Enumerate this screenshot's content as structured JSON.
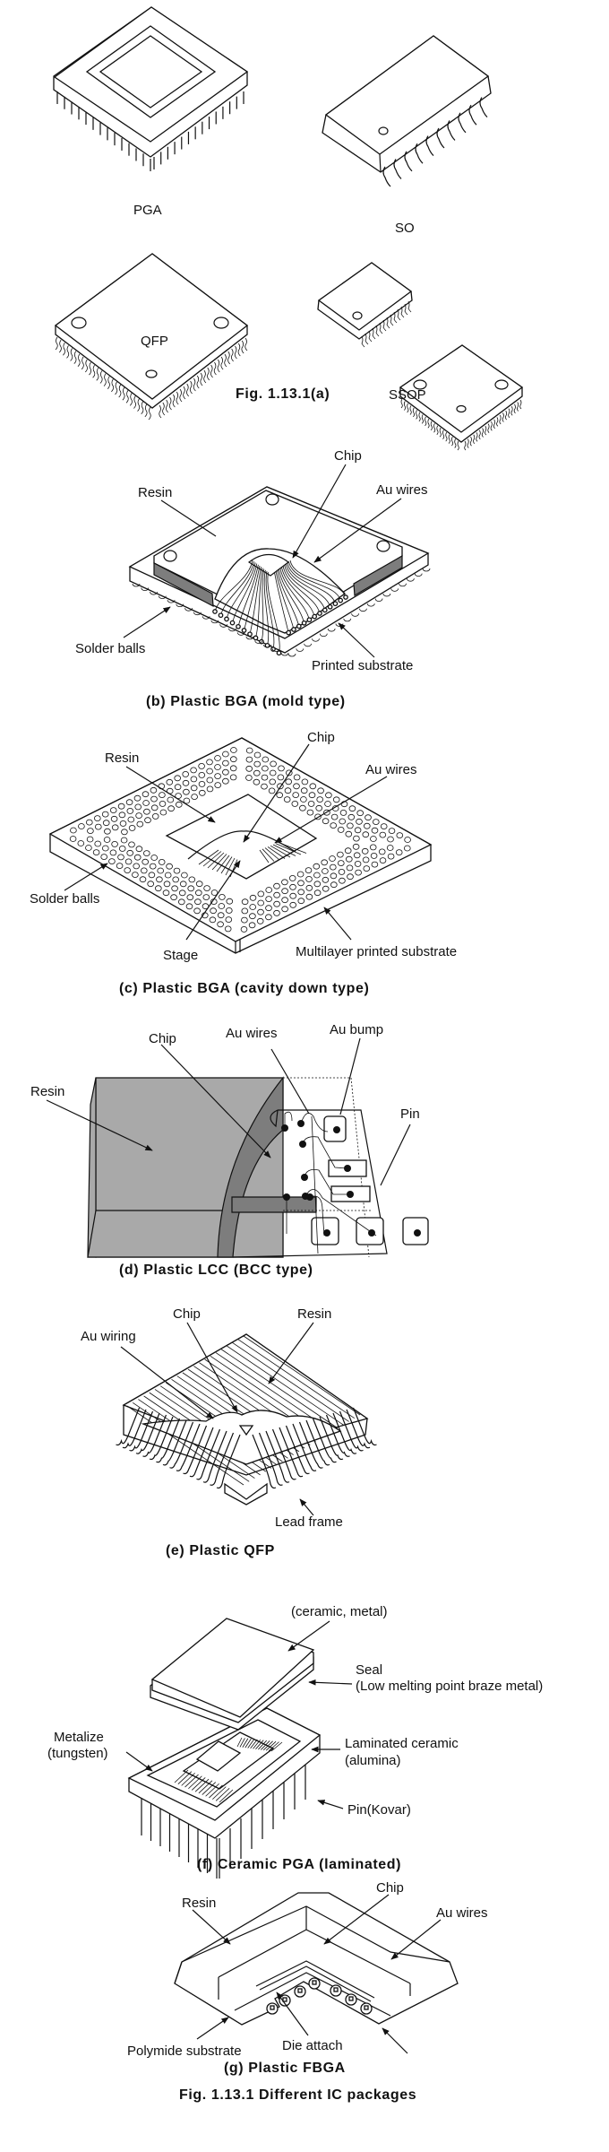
{
  "figure_a": {
    "labels": {
      "pga": "PGA",
      "so": "SO",
      "qfp": "QFP",
      "ssop": "SSOP"
    },
    "caption": "Fig. 1.13.1(a)"
  },
  "figure_b": {
    "labels": {
      "chip": "Chip",
      "resin": "Resin",
      "au_wires": "Au wires",
      "solder_balls": "Solder balls",
      "printed_substrate": "Printed substrate"
    },
    "caption": "(b) Plastic BGA (mold type)"
  },
  "figure_c": {
    "labels": {
      "chip": "Chip",
      "resin": "Resin",
      "au_wires": "Au wires",
      "solder_balls": "Solder balls",
      "stage": "Stage",
      "substrate": "Multilayer printed substrate"
    },
    "caption": "(c) Plastic BGA (cavity down type)"
  },
  "figure_d": {
    "labels": {
      "resin": "Resin",
      "chip": "Chip",
      "au_wires": "Au wires",
      "au_bump": "Au bump",
      "pin": "Pin"
    },
    "caption": "(d) Plastic LCC (BCC type)"
  },
  "figure_e": {
    "labels": {
      "au_wiring": "Au wiring",
      "chip": "Chip",
      "resin": "Resin",
      "lead_frame": "Lead frame"
    },
    "caption": "(e) Plastic QFP"
  },
  "figure_f": {
    "labels": {
      "lid": "(ceramic, metal)",
      "seal": "Seal",
      "seal_detail": "(Low melting point braze metal)",
      "metalize": "Metalize",
      "metalize_detail": "(tungsten)",
      "laminated": "Laminated ceramic",
      "laminated_detail": "(alumina)",
      "pin": "Pin(Kovar)"
    },
    "caption": "(f) Ceramic PGA (laminated)"
  },
  "figure_g": {
    "labels": {
      "resin": "Resin",
      "chip": "Chip",
      "au_wires": "Au wires",
      "polymide": "Polymide substrate",
      "die_attach": "Die attach"
    },
    "caption": "(g) Plastic FBGA"
  },
  "main_caption": "Fig. 1.13.1 Different IC packages"
}
